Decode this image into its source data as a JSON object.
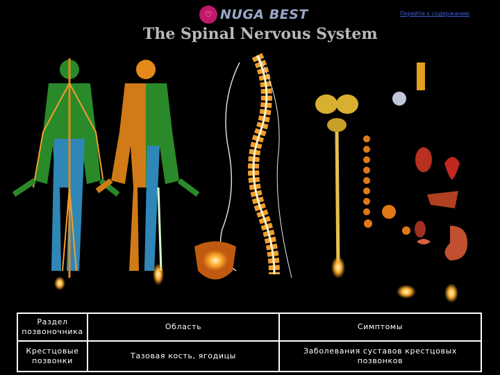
{
  "header": {
    "logo_mark": "♡",
    "logo_text": "NUGA BEST",
    "title": "The Spinal Nervous System",
    "back_link": "Перейти к содержанию"
  },
  "colors": {
    "logo": "#c0186a",
    "link": "#3a5fe0",
    "nerve_orange": "#e58a1a",
    "dermatome_green": "#2a8a2a",
    "dermatome_blue": "#2f87b8"
  },
  "table": {
    "headers": [
      "Раздел позвоночника",
      "Область",
      "Симптомы"
    ],
    "rows": [
      [
        "Крестцовые позвонки",
        "Тазовая кость, ягодицы",
        "Заболевания суставов крестцовых позвонков"
      ]
    ]
  }
}
